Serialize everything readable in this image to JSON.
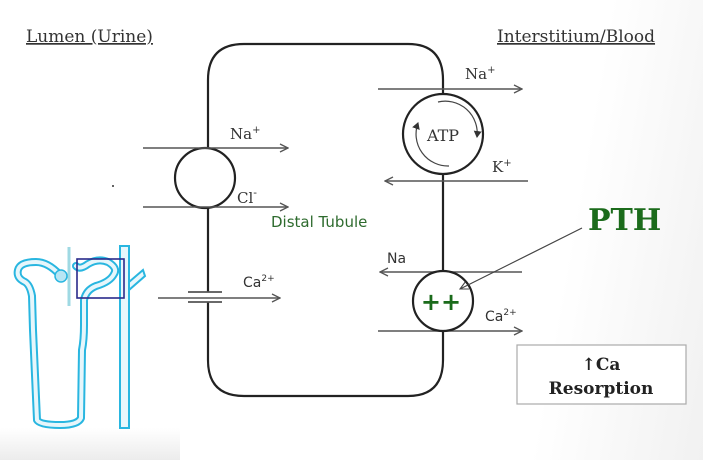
{
  "headings": {
    "lumen": "Lumen (Urine)",
    "interstitium": "Interstitium/Blood"
  },
  "cell": {
    "label": "Distal Tubule",
    "label_color": "#2e6b2e"
  },
  "apical": {
    "cotransporter": {
      "ion_top": "Na",
      "ion_top_charge": "+",
      "ion_bottom": "Cl",
      "ion_bottom_charge": "-"
    },
    "calcium_channel": {
      "ion": "Ca",
      "ion_charge": "2+"
    }
  },
  "basolateral": {
    "pump": {
      "center_label": "ATP",
      "ion_out": "Na",
      "ion_out_charge": "+",
      "ion_in": "K",
      "ion_in_charge": "+"
    },
    "exchanger": {
      "center_label": "++",
      "ion_in": "Na",
      "ion_out": "Ca",
      "ion_out_charge": "2+"
    }
  },
  "hormone": {
    "label": "PTH",
    "color": "#1b6b1b"
  },
  "result_box": {
    "line1": "↑Ca",
    "line2": "Resorption"
  },
  "nephron_icon": {
    "stroke_color": "#29b6e0",
    "fill_color": "#d9f1fa",
    "highlight_color": "#2a2a8a"
  }
}
